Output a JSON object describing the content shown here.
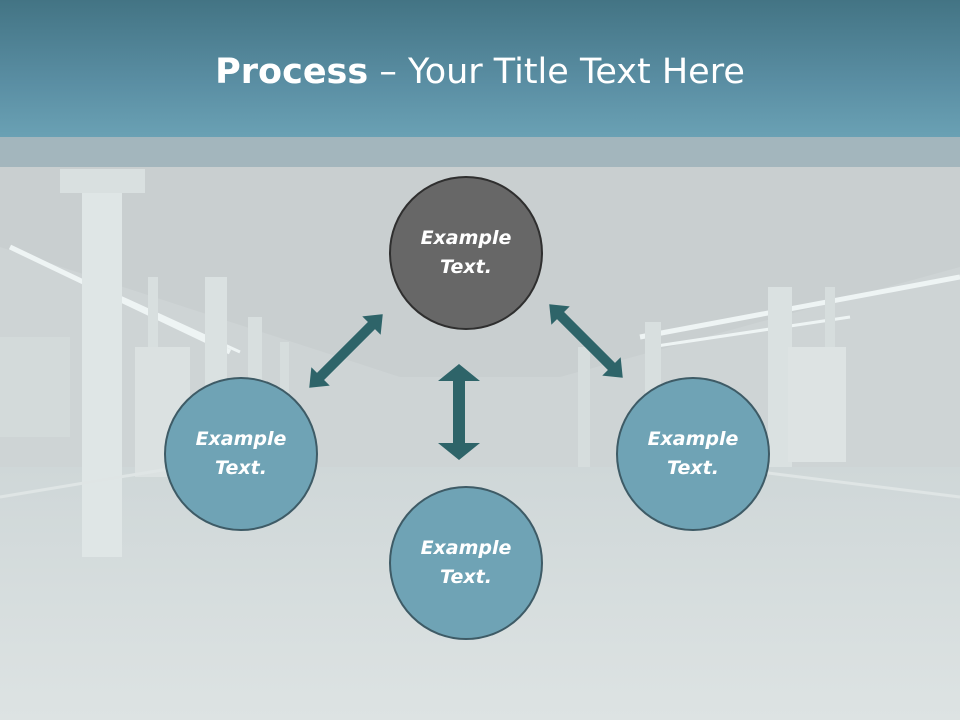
{
  "title": {
    "bold": "Process",
    "rest": " – Your Title Text Here"
  },
  "nodes": {
    "top": "Example Text.",
    "left": "Example Text.",
    "right": "Example Text.",
    "bottom": "Example Text."
  },
  "colors": {
    "header": "#5a8ea3",
    "node_fill": "#6fa3b5",
    "center_node_fill": "#676767",
    "arrow": "#2e6469"
  }
}
